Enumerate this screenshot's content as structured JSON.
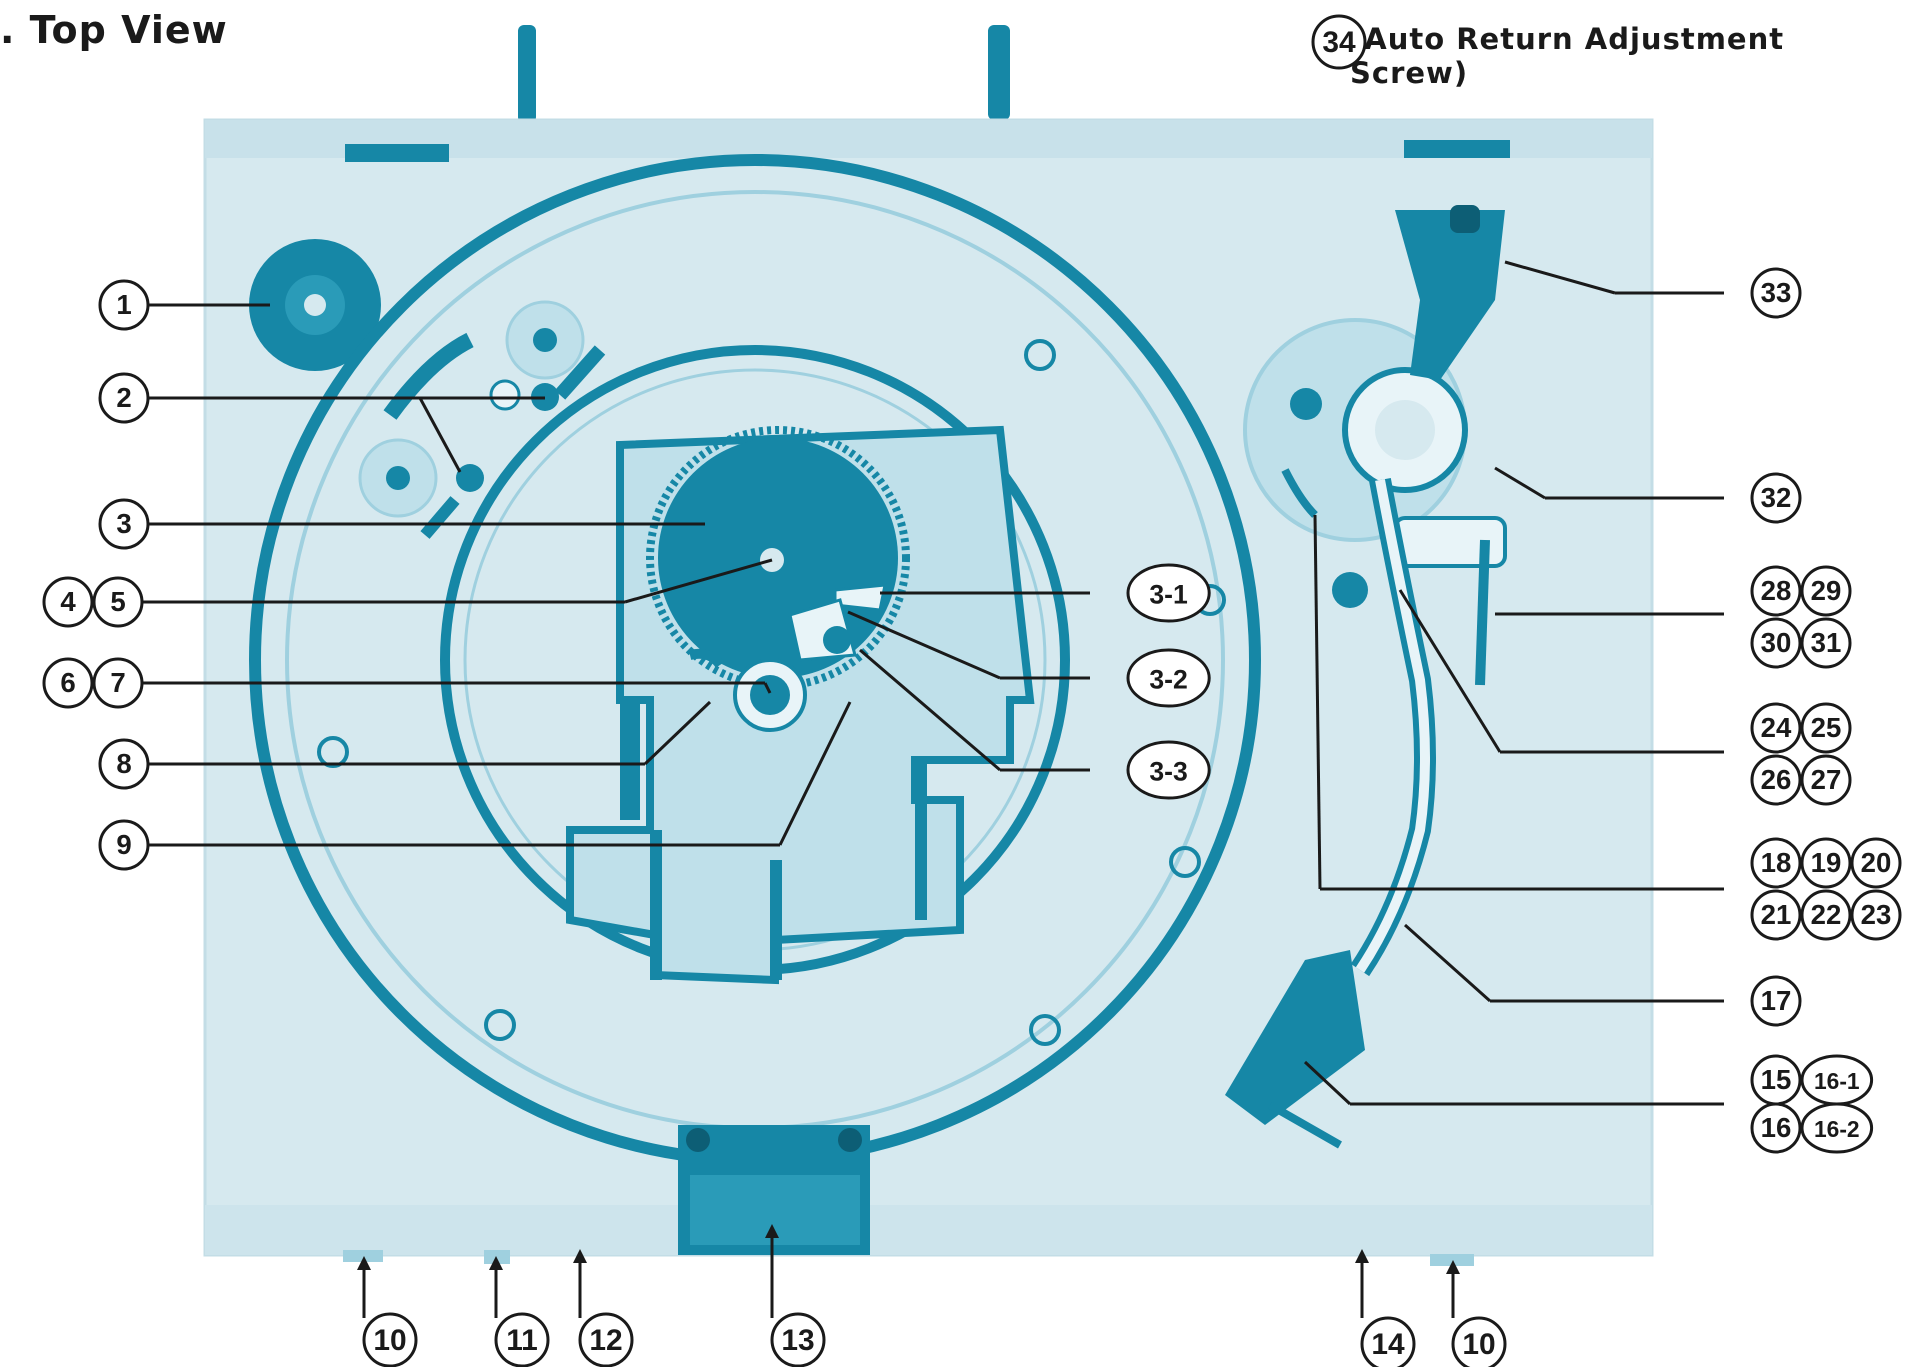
{
  "title": ". Top View",
  "colors": {
    "panel": "#d6e9ef",
    "panel_edge": "#c3dde6",
    "accent": "#1687a6",
    "accent_light": "#9fd0df",
    "line": "#1a1a1a",
    "background": "#ffffff"
  },
  "screw_note": "(Auto Return Adjustment Screw)",
  "callouts": {
    "c1": [
      "1"
    ],
    "c2": [
      "2"
    ],
    "c3": [
      "3"
    ],
    "c45": [
      "4",
      "5"
    ],
    "c67": [
      "6",
      "7"
    ],
    "c8": [
      "8"
    ],
    "c9": [
      "9"
    ],
    "c31": [
      "3-1"
    ],
    "c32": [
      "3-2"
    ],
    "c33s": [
      "3-3"
    ],
    "c33": [
      "33"
    ],
    "c32r": [
      "32"
    ],
    "c28a": [
      "28",
      "29"
    ],
    "c28b": [
      "30",
      "31"
    ],
    "c24a": [
      "24",
      "25"
    ],
    "c24b": [
      "26",
      "27"
    ],
    "c18a": [
      "18",
      "19",
      "20"
    ],
    "c18b": [
      "21",
      "22",
      "23"
    ],
    "c17": [
      "17"
    ],
    "c15a": [
      "15",
      "16-1"
    ],
    "c15b": [
      "16",
      "16-2"
    ],
    "c34": [
      "34"
    ],
    "b10a": [
      "10"
    ],
    "b11": [
      "11"
    ],
    "b12": [
      "12"
    ],
    "b13": [
      "13"
    ],
    "b14": [
      "14"
    ],
    "b10b": [
      "10"
    ]
  }
}
